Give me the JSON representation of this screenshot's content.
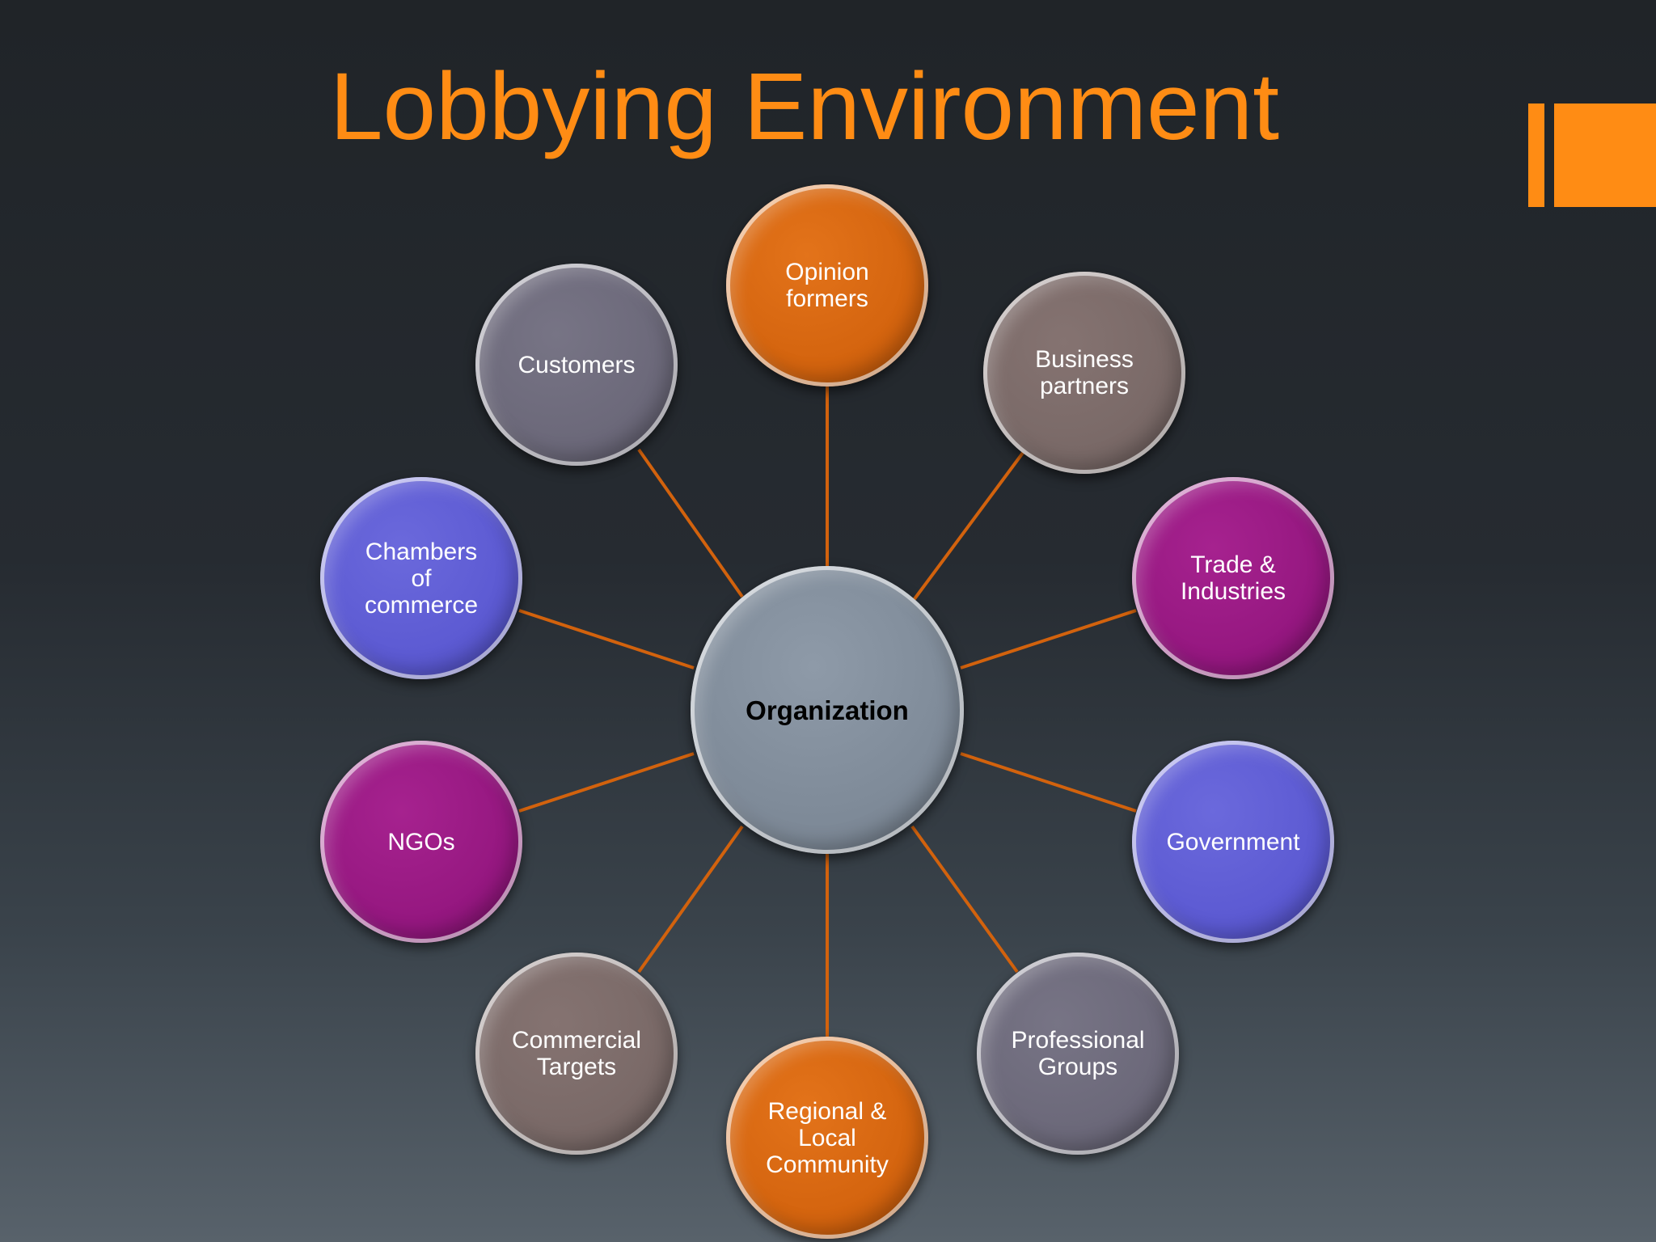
{
  "slide": {
    "title": "Lobbying Environment"
  },
  "diagram": {
    "center": "Organization",
    "nodes": [
      {
        "label": "Opinion\nformers",
        "color": "#d2620d"
      },
      {
        "label": "Business\npartners",
        "color": "#786866"
      },
      {
        "label": "Trade &\nIndustries",
        "color": "#93167e"
      },
      {
        "label": "Government",
        "color": "#5a58d1"
      },
      {
        "label": "Professional\nGroups",
        "color": "#6a6778"
      },
      {
        "label": "Regional &\nLocal\nCommunity",
        "color": "#d2620d"
      },
      {
        "label": "Commercial\nTargets",
        "color": "#786866"
      },
      {
        "label": "NGOs",
        "color": "#93167e"
      },
      {
        "label": "Chambers\nof\ncommerce",
        "color": "#5a58d1"
      },
      {
        "label": "Customers",
        "color": "#6a6778"
      }
    ],
    "connector_color": "#d2620d"
  },
  "accent_color": "#ff8c14"
}
